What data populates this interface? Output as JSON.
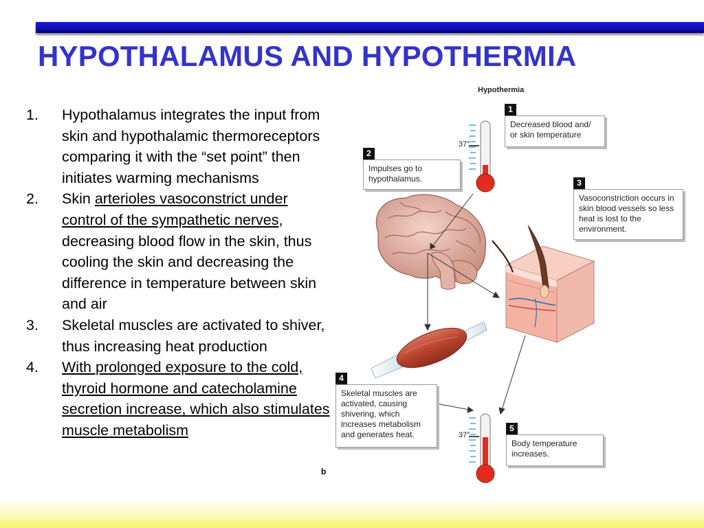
{
  "slide": {
    "title": "HYPOTHALAMUS AND HYPOTHERMIA",
    "title_color": "#3333cc",
    "bar_color": "#1414c8",
    "points": [
      {
        "number": "1.",
        "text": "Hypothalamus integrates the input from skin and hypothalamic thermoreceptors comparing it with the “set point” then initiates warming mechanisms"
      },
      {
        "number": "2.",
        "lead": "Skin ",
        "underlined": "arterioles vasoconstrict under control of the sympathetic nerves",
        "rest": ", decreasing blood flow in the skin, thus cooling the skin and decreasing the difference in temperature between skin and air"
      },
      {
        "number": "3.",
        "text": "Skeletal muscles are activated to shiver, thus increasing heat production"
      },
      {
        "number": "4.",
        "underlined": "With prolonged exposure to the cold, thyroid hormone and catecholamine secretion increase, which also stimulates muscle metabolism"
      }
    ]
  },
  "figure": {
    "title": "Hypothermia",
    "letter": "b",
    "thermometer_label_top": "37°",
    "thermometer_label_bottom": "37°",
    "steps": [
      {
        "number": "1",
        "text": "Decreased blood and/ or skin temperature"
      },
      {
        "number": "2",
        "text": "Impulses go to hypothalamus."
      },
      {
        "number": "3",
        "text": "Vasoconstriction occurs in skin blood vessels so less heat is lost to the environment."
      },
      {
        "number": "4",
        "text": "Skeletal muscles are activated, causing shivering, which increases metabolism and generates heat."
      },
      {
        "number": "5",
        "text": "Body temperature increases."
      }
    ]
  }
}
